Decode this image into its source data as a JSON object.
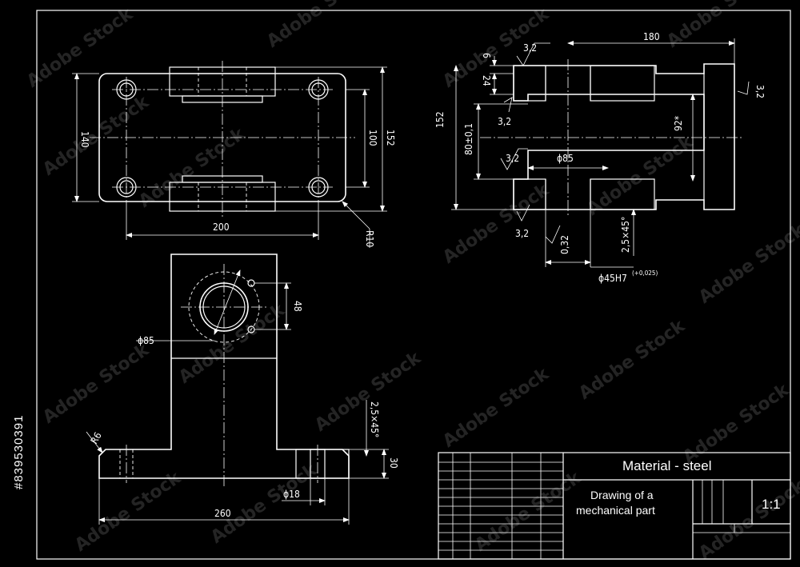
{
  "watermark": {
    "stock_id": "#839530391",
    "brand": "Adobe Stock"
  },
  "title_block": {
    "material": "Material - steel",
    "title_line_1": "Drawing of a",
    "title_line_2": "mechanical part",
    "scale": "1:1"
  },
  "top_view": {
    "width_dim": "200",
    "height_outer_dim": "140",
    "hole_spacing_dim": "100",
    "overall_height_dim": "152",
    "corner_radius": "R10"
  },
  "section_view": {
    "length_dim": "180",
    "thickness_dim": "6",
    "flange_dim": "24",
    "height_dim": "152",
    "tolerance_dim": "80±0,1",
    "inner_dim": "92*",
    "bore_dim": "ϕ85",
    "fit_dim": "ϕ45H7",
    "fit_tolerance": "(+0,025)",
    "chamfer": "2,5×45°",
    "roughness_top": "3,2",
    "roughness_mid": "3,2",
    "roughness_right": "3,2",
    "roughness_inner": "3,2",
    "roughness_bottom": "3,2",
    "roughness_bore": "0,32"
  },
  "front_view": {
    "bore_dim": "ϕ85",
    "boss_dim": "48",
    "radius": "R6",
    "chamfer": "2,5×45°",
    "base_height": "30",
    "hole_dim": "ϕ18",
    "length_dim": "260"
  }
}
